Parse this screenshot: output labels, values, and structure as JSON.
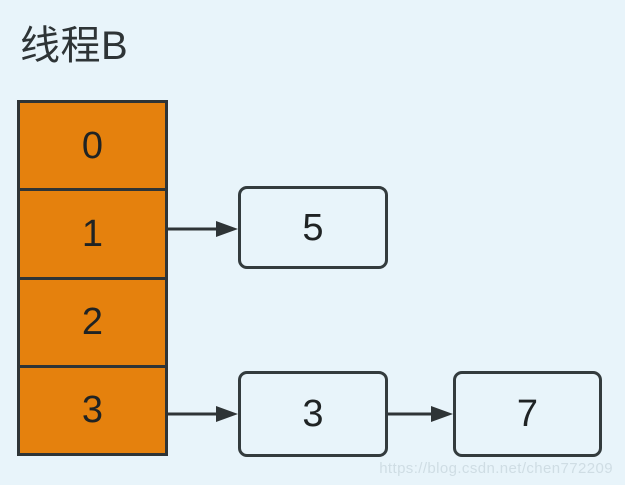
{
  "page": {
    "background_color": "#e8f4fa",
    "title": "线程B"
  },
  "colors": {
    "background": "#e8f4fa",
    "bucket_fill": "#e5810d",
    "stroke": "#2e3436",
    "node_border": "#333b3d",
    "text": "#1f2324",
    "watermark": "#cfdde4"
  },
  "bucket_array": {
    "name": "hash-bucket-array",
    "cells": [
      {
        "index": "0",
        "label": "0"
      },
      {
        "index": "1",
        "label": "1"
      },
      {
        "index": "2",
        "label": "2"
      },
      {
        "index": "3",
        "label": "3"
      }
    ]
  },
  "nodes": {
    "node5": {
      "label": "5"
    },
    "node3": {
      "label": "3"
    },
    "node7": {
      "label": "7"
    }
  },
  "arrows": [
    {
      "id": "arrow-cell1-node5",
      "from": "bucket-cell-1",
      "to": "node-5"
    },
    {
      "id": "arrow-cell3-node3",
      "from": "bucket-cell-3",
      "to": "node-3"
    },
    {
      "id": "arrow-node3-node7",
      "from": "node-3",
      "to": "node-7"
    }
  ],
  "watermark": {
    "text": "https://blog.csdn.net/chen772209"
  }
}
